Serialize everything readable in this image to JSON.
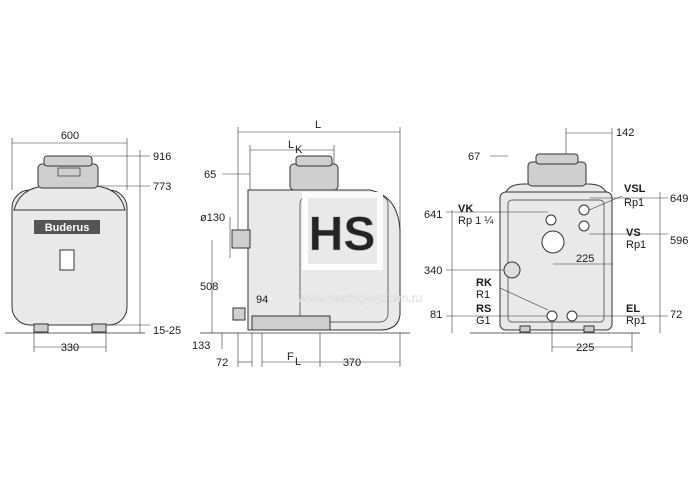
{
  "front_view": {
    "brand": "Buderus",
    "dims": {
      "width_top": "600",
      "height_total": "916",
      "height_flue": "773",
      "feet": "15-25",
      "base_width": "330"
    }
  },
  "side_view": {
    "dims": {
      "length": "L",
      "lk_l": "L",
      "lk_k": "K",
      "d65": "65",
      "d130": "ø130",
      "d508": "508",
      "d94": "94",
      "d133": "133",
      "d72": "72",
      "fl_f": "F",
      "fl_l": "L",
      "d370": "370"
    }
  },
  "rear_view": {
    "dims": {
      "d142": "142",
      "d67": "67",
      "d649": "649",
      "d641": "641",
      "d596": "596",
      "d340": "340",
      "d225a": "225",
      "d81": "81",
      "d72": "72",
      "d225b": "225"
    },
    "connections": [
      {
        "code": "VSL",
        "size": "Rp1"
      },
      {
        "code": "VK",
        "size": "Rp 1 ¼"
      },
      {
        "code": "VS",
        "size": "Rp1"
      },
      {
        "code": "RK",
        "size": "R1"
      },
      {
        "code": "RS",
        "size": "G1"
      },
      {
        "code": "EL",
        "size": "Rp1"
      }
    ]
  },
  "watermark": {
    "logo": "HS",
    "url": "www.heating-system.ru"
  }
}
